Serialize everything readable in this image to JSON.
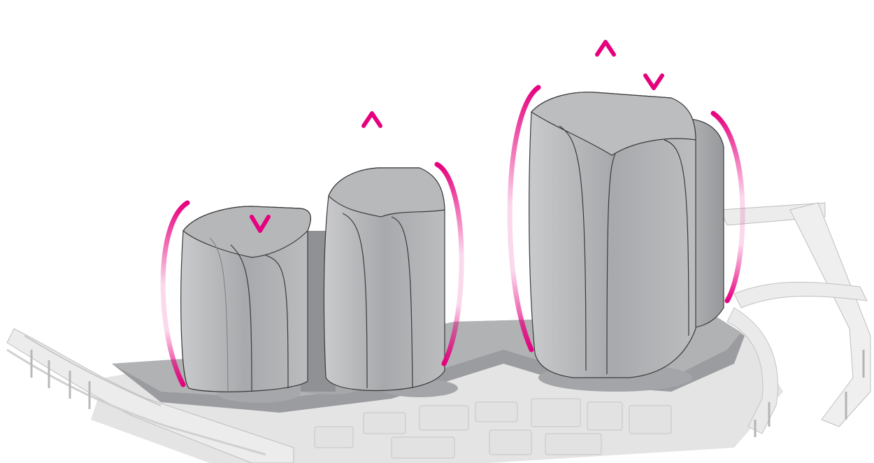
{
  "diagram": {
    "palette": {
      "background": "#ffffff",
      "accent_magenta": "#e6007e",
      "tower_face": "#a9abae",
      "tower_light": "#c9cacc",
      "tower_roof": "#b9babc",
      "podium": "#9d9fa2",
      "podium_top": "#b2b3b5",
      "ground": "#dcdcdc",
      "infrastructure": "#e8e8e8",
      "outline": "#3a3a3a"
    },
    "elements": {
      "towers": [
        {
          "id": "tower-west",
          "height_arrow": "down"
        },
        {
          "id": "tower-middle",
          "height_arrow": "up"
        },
        {
          "id": "tower-east",
          "height_arrow": "up-and-down"
        }
      ],
      "icons": [
        "arrow-up-icon",
        "arrow-down-icon",
        "curved-arc-icon"
      ]
    }
  }
}
